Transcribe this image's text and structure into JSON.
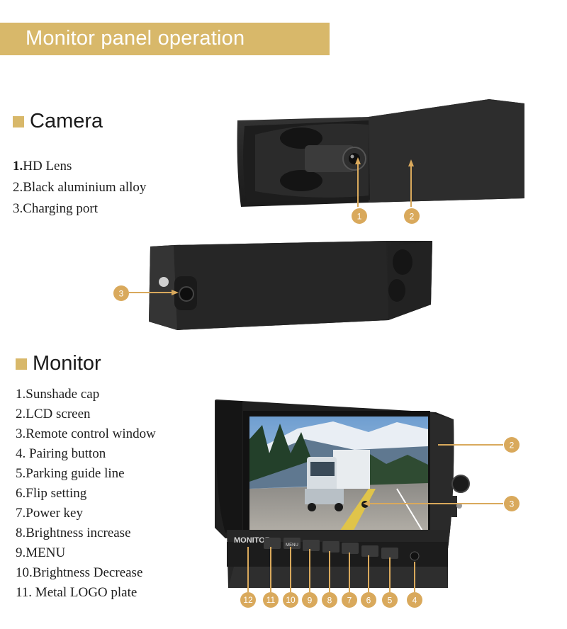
{
  "banner": {
    "title": "Monitor panel operation"
  },
  "camera": {
    "title": "Camera",
    "items": [
      {
        "num": "1.",
        "text": "HD Lens"
      },
      {
        "num": "2.",
        "text": "Black aluminium alloy"
      },
      {
        "num": "3.",
        "text": "Charging port"
      }
    ]
  },
  "monitor": {
    "title": "Monitor",
    "brand": "MONITOR",
    "menu_key_label": "MENU",
    "items": [
      "1.Sunshade cap",
      "2.LCD screen",
      "3.Remote control window",
      "4. Pairing button",
      "5.Parking guide line",
      "6.Flip setting",
      "7.Power key",
      "8.Brightness increase",
      "9.MENU",
      "10.Brightness Decrease",
      "11. Metal LOGO plate"
    ]
  },
  "callouts": {
    "camera_top": [
      "1",
      "2"
    ],
    "camera_side": [
      "3"
    ],
    "monitor_side": [
      "2",
      "3"
    ],
    "monitor_bottom": [
      "12",
      "11",
      "10",
      "9",
      "8",
      "7",
      "6",
      "5",
      "4"
    ]
  },
  "colors": {
    "accent": "#d8b86a",
    "callout_bubble": "#d9a95c",
    "device_body": "#2a2a2a"
  }
}
